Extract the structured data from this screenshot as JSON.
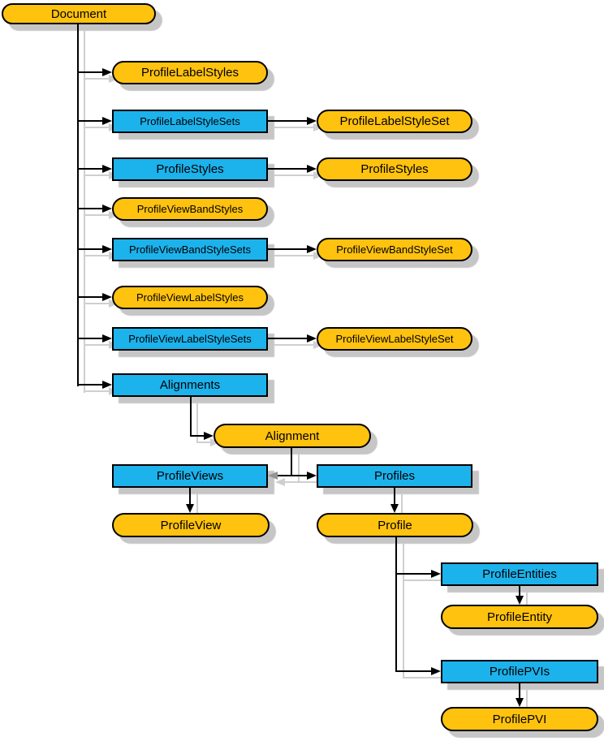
{
  "diagram": {
    "type": "object-model-hierarchy",
    "colors": {
      "object_fill": "#FFC20E",
      "collection_fill": "#1CB2EC",
      "outline": "#000000",
      "shadow": "#C6C6C6",
      "connector": "#000000",
      "connector_shadow": "#CFCFCF"
    },
    "node_kinds": {
      "object": "rounded",
      "collection": "rectangle"
    },
    "nodes": [
      {
        "id": "document",
        "label": "Document",
        "kind": "object"
      },
      {
        "id": "profileLabelStyles",
        "label": "ProfileLabelStyles",
        "kind": "object"
      },
      {
        "id": "profileLabelStyleSets",
        "label": "ProfileLabelStyleSets",
        "kind": "collection"
      },
      {
        "id": "profileLabelStyleSet",
        "label": "ProfileLabelStyleSet",
        "kind": "object"
      },
      {
        "id": "profileStylesCollection",
        "label": "ProfileStyles",
        "kind": "collection"
      },
      {
        "id": "profileStylesObject",
        "label": "ProfileStyles",
        "kind": "object"
      },
      {
        "id": "profileViewBandStyles",
        "label": "ProfileViewBandStyles",
        "kind": "object"
      },
      {
        "id": "profileViewBandStyleSets",
        "label": "ProfileViewBandStyleSets",
        "kind": "collection"
      },
      {
        "id": "profileViewBandStyleSet",
        "label": "ProfileViewBandStyleSet",
        "kind": "object"
      },
      {
        "id": "profileViewLabelStyles",
        "label": "ProfileViewLabelStyles",
        "kind": "object"
      },
      {
        "id": "profileViewLabelStyleSets",
        "label": "ProfileViewLabelStyleSets",
        "kind": "collection"
      },
      {
        "id": "profileViewLabelStyleSet",
        "label": "ProfileViewLabelStyleSet",
        "kind": "object"
      },
      {
        "id": "alignments",
        "label": "Alignments",
        "kind": "collection"
      },
      {
        "id": "alignment",
        "label": "Alignment",
        "kind": "object"
      },
      {
        "id": "profileViews",
        "label": "ProfileViews",
        "kind": "collection"
      },
      {
        "id": "profiles",
        "label": "Profiles",
        "kind": "collection"
      },
      {
        "id": "profileView",
        "label": "ProfileView",
        "kind": "object"
      },
      {
        "id": "profile",
        "label": "Profile",
        "kind": "object"
      },
      {
        "id": "profileEntities",
        "label": "ProfileEntities",
        "kind": "collection"
      },
      {
        "id": "profileEntity",
        "label": "ProfileEntity",
        "kind": "object"
      },
      {
        "id": "profilePVIs",
        "label": "ProfilePVIs",
        "kind": "collection"
      },
      {
        "id": "profilePVI",
        "label": "ProfilePVI",
        "kind": "object"
      }
    ],
    "edges": [
      {
        "from": "document",
        "to": "profileLabelStyles"
      },
      {
        "from": "document",
        "to": "profileLabelStyleSets"
      },
      {
        "from": "document",
        "to": "profileStylesCollection"
      },
      {
        "from": "document",
        "to": "profileViewBandStyles"
      },
      {
        "from": "document",
        "to": "profileViewBandStyleSets"
      },
      {
        "from": "document",
        "to": "profileViewLabelStyles"
      },
      {
        "from": "document",
        "to": "profileViewLabelStyleSets"
      },
      {
        "from": "document",
        "to": "alignments"
      },
      {
        "from": "profileLabelStyleSets",
        "to": "profileLabelStyleSet"
      },
      {
        "from": "profileStylesCollection",
        "to": "profileStylesObject"
      },
      {
        "from": "profileViewBandStyleSets",
        "to": "profileViewBandStyleSet"
      },
      {
        "from": "profileViewLabelStyleSets",
        "to": "profileViewLabelStyleSet"
      },
      {
        "from": "alignments",
        "to": "alignment"
      },
      {
        "from": "alignment",
        "to": "profileViews"
      },
      {
        "from": "alignment",
        "to": "profiles"
      },
      {
        "from": "profileViews",
        "to": "profileView"
      },
      {
        "from": "profiles",
        "to": "profile"
      },
      {
        "from": "profile",
        "to": "profileEntities"
      },
      {
        "from": "profile",
        "to": "profilePVIs"
      },
      {
        "from": "profileEntities",
        "to": "profileEntity"
      },
      {
        "from": "profilePVIs",
        "to": "profilePVI"
      }
    ]
  }
}
